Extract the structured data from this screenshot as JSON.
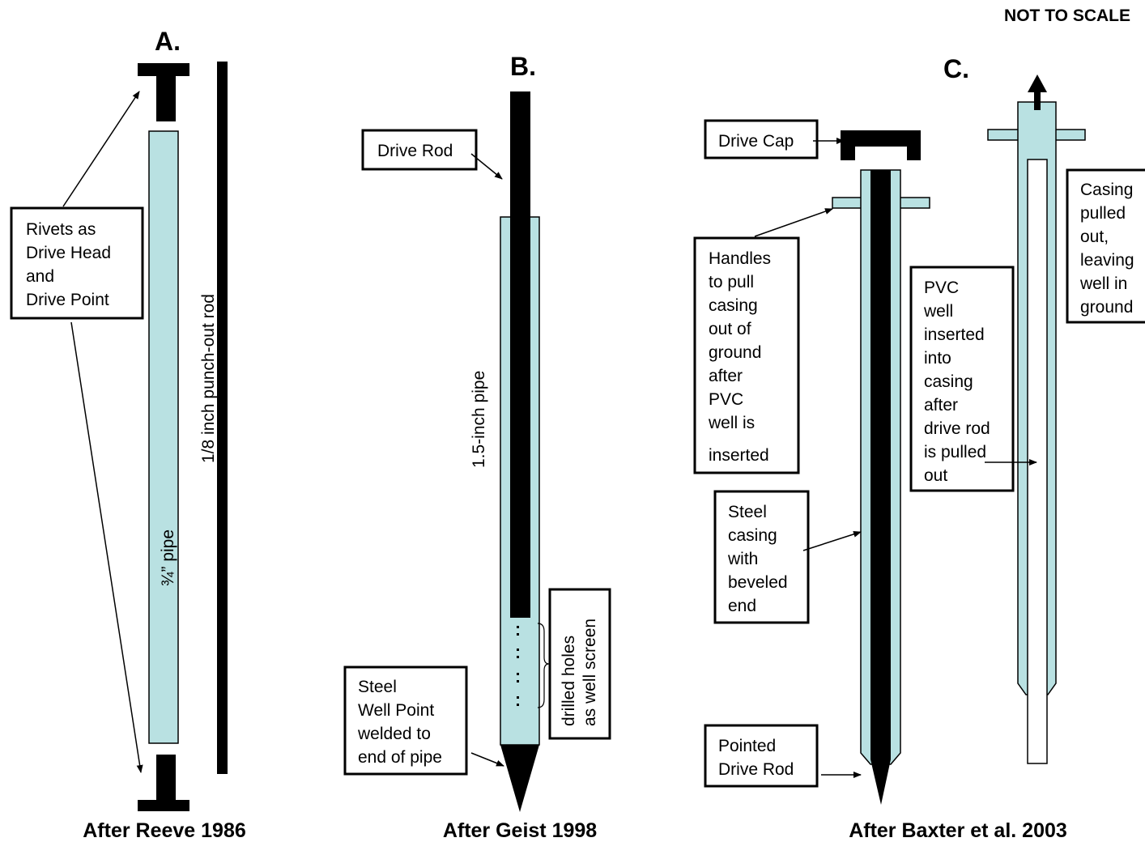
{
  "scale_note": "NOT TO SCALE",
  "panels": {
    "a": {
      "letter": "A.",
      "caption": "After Reeve 1986",
      "rivets_label": [
        "Rivets as",
        "Drive Head",
        "and",
        "Drive Point"
      ],
      "pipe_label": "¾” pipe",
      "rod_label": "1/8 inch  punch-out rod"
    },
    "b": {
      "letter": "B.",
      "caption": "After Geist 1998",
      "drive_rod_label": "Drive Rod",
      "pipe_label": "1.5-inch  pipe",
      "holes_label": [
        "drilled holes",
        "as well screen"
      ],
      "well_point_label": [
        "Steel",
        "Well Point",
        "welded to",
        "end of pipe"
      ]
    },
    "c": {
      "letter": "C.",
      "caption": "After Baxter et al. 2003",
      "drive_cap_label": "Drive Cap",
      "handles_label": [
        "Handles",
        "to pull",
        "casing",
        "out of",
        "ground",
        "after",
        "PVC",
        "well is",
        "inserted"
      ],
      "pvc_label": [
        "PVC",
        "well",
        "inserted",
        "into",
        "casing",
        "after",
        "drive rod",
        "is pulled",
        "out"
      ],
      "casing_pulled_label": [
        "Casing",
        "pulled",
        "out,",
        "leaving",
        "well in",
        "ground"
      ],
      "steel_casing_label": [
        "Steel",
        "casing",
        "with",
        "beveled",
        "end"
      ],
      "pointed_rod_label": [
        "Pointed",
        "Drive Rod"
      ]
    }
  },
  "colors": {
    "pipe": "#b9e1e2",
    "outline": "#000000",
    "background": "#ffffff"
  }
}
